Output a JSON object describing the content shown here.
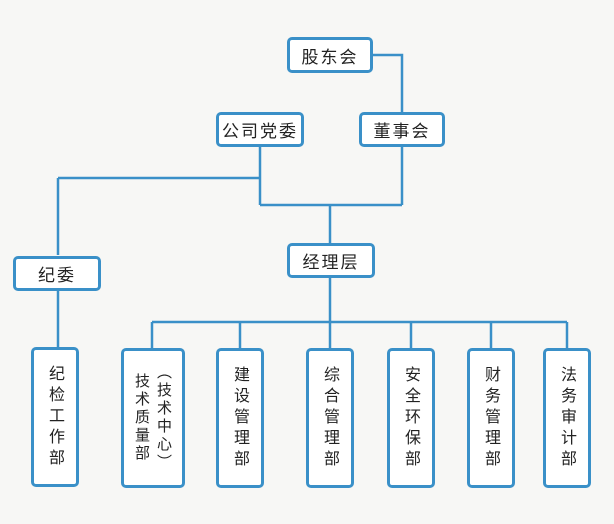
{
  "colors": {
    "line": "#3a90c8",
    "border": "#3a90c8",
    "text": "#222222"
  },
  "nodes": {
    "shareholders": "股东会",
    "party_committee": "公司党委",
    "board": "董事会",
    "discipline": "纪委",
    "management": "经理层",
    "discipline_work": "纪检工作部",
    "tech_quality": [
      "技术质量部",
      "（技术中心）"
    ],
    "construction": "建设管理部",
    "general": "综合管理部",
    "safety": "安全环保部",
    "finance": "财务管理部",
    "legal_audit": "法务审计部"
  }
}
